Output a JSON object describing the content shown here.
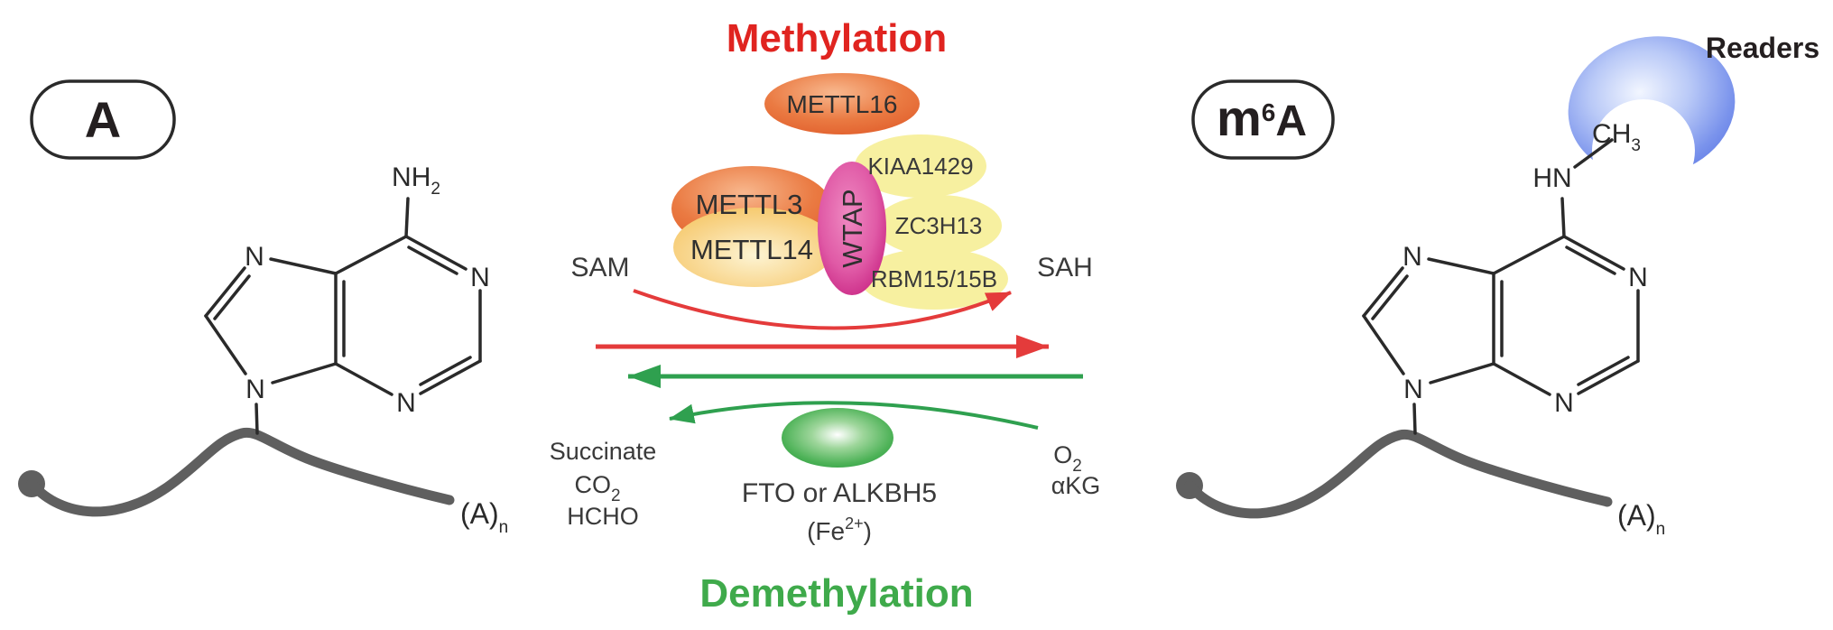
{
  "figure": {
    "methylation_title": "Methylation",
    "demethylation_title": "Demethylation",
    "readers_label": "Readers"
  },
  "badges": {
    "a": "A",
    "m6a_m": "m",
    "m6a_sup": "6",
    "m6a_a": "A"
  },
  "writers": {
    "mettl16": "METTL16",
    "mettl3": "METTL3",
    "mettl14": "METTL14",
    "wtap": "WTAP",
    "kiaa1429": "KIAA1429",
    "zc3h13": "ZC3H13",
    "rbm15": "RBM15/15B"
  },
  "erasers": {
    "enzymes": "FTO or ALKBH5",
    "cofactor_open": "(Fe",
    "cofactor_sup": "2+",
    "cofactor_close": ")"
  },
  "metabolites": {
    "sam": "SAM",
    "sah": "SAH",
    "succinate": "Succinate",
    "co2_base": "CO",
    "co2_sub": "2",
    "hcho": "HCHO",
    "o2_base": "O",
    "o2_sub": "2",
    "akg": "αKG"
  },
  "structure": {
    "n_atom": "N",
    "nh2_base": "NH",
    "nh2_sub": "2",
    "hn": "HN",
    "ch3_base": "CH",
    "ch3_sub": "3",
    "poly_a": "(A)",
    "poly_a_sub": "n"
  },
  "colors": {
    "methylation_red": "#e02420",
    "demethylation_green": "#3faa4b",
    "arrow_red": "#e43b3b",
    "arrow_green": "#2fa04f",
    "component_yellow": "#f7f0a0",
    "strand_gray": "#5f5f5f",
    "ch3_red": "#e02420",
    "readers_blue": "#5b76e4",
    "wtap_magenta": "#d62d8e",
    "mettl_orange": "#e2622f",
    "mettl14_yellow": "#f5c35c",
    "eraser_green": "#3fae4e"
  }
}
